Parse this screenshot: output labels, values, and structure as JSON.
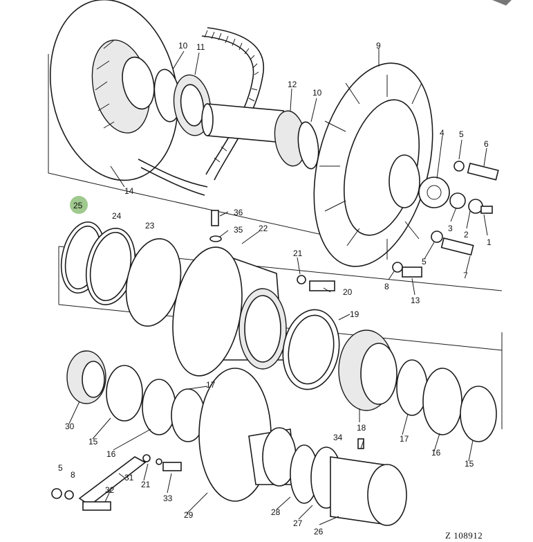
{
  "diagram": {
    "reference_code": "Z 108912",
    "highlighted_callout": "25",
    "callouts": [
      "1",
      "2",
      "3",
      "4",
      "5",
      "6",
      "7",
      "8",
      "9",
      "10",
      "11",
      "12",
      "13",
      "14",
      "15",
      "16",
      "17",
      "18",
      "19",
      "20",
      "21",
      "22",
      "23",
      "24",
      "25",
      "26",
      "27",
      "28",
      "29",
      "30",
      "31",
      "32",
      "33",
      "34",
      "35",
      "36"
    ],
    "colors": {
      "ink": "#1a1a1a",
      "highlight": "#8fbf7a",
      "background": "#ffffff"
    }
  }
}
